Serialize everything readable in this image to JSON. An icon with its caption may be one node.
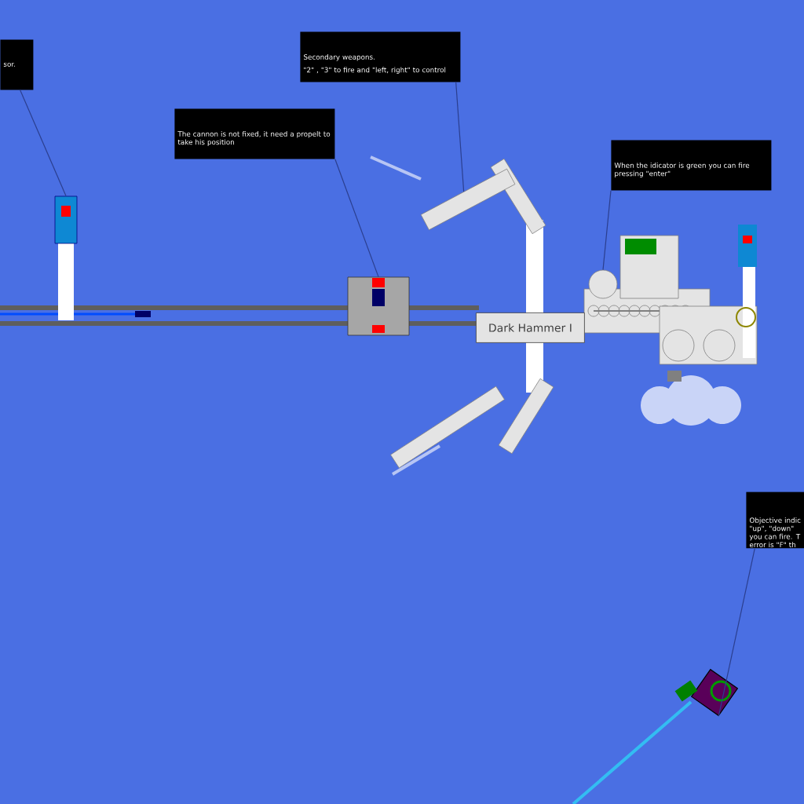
{
  "diagram": {
    "nodes": [
      {
        "text": [
          "sor."
        ]
      },
      {
        "text": [],
        "shape": "picture"
      },
      {
        "text": [
          "Secondary weapons.",
          "\"2\" , \"3\" to fire and \"left, right\" to control"
        ]
      },
      {
        "text": [],
        "shape": "picture"
      },
      {
        "text": [
          "The cannon is not fixed, it need a propelt to take his position"
        ]
      },
      {
        "text": [],
        "shape": "picture"
      },
      {
        "text": [
          "When the idicator is green you can fire pressing \"enter\""
        ]
      },
      {
        "text": [],
        "shape": "circle"
      },
      {
        "text": [
          "Objective indic \"up\", \"down\" you can fire. T error is \"F\" th"
        ]
      },
      {
        "text": [],
        "shape": "diamond"
      },
      {
        "text": [
          "Dark Hammer I"
        ]
      }
    ],
    "edges": [
      {
        "from": 0,
        "to": 1,
        "arrow": "none"
      },
      {
        "from": 2,
        "to": 3,
        "arrow": "none"
      },
      {
        "from": 4,
        "to": 5,
        "arrow": "none"
      },
      {
        "from": 6,
        "to": 7,
        "arrow": "none"
      },
      {
        "from": 8,
        "to": 9,
        "arrow": "none"
      }
    ]
  }
}
